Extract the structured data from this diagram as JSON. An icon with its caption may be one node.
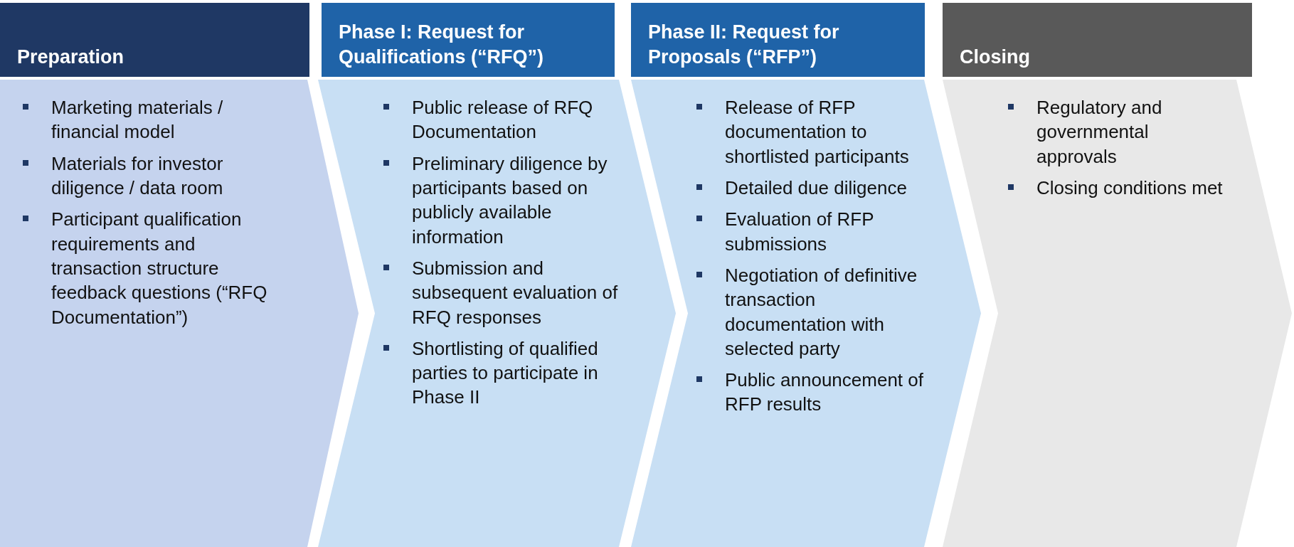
{
  "diagram": {
    "nodes": [
      {
        "text": [
          "Preparation"
        ]
      },
      {
        "text": [
          "Marketing materials / financial model",
          "Materials for investor diligence / data room",
          "Participant qualification requirements and transaction structure feedback questions (“RFQ Documentation”)"
        ]
      },
      {
        "text": [
          "Phase I: Request for Qualifications (“RFQ”)"
        ]
      },
      {
        "text": [
          "Public release of RFQ Documentation",
          "Preliminary diligence by participants based on publicly available information",
          "Submission and subsequent evaluation of RFQ responses",
          "Shortlisting of qualified parties to participate in Phase II"
        ]
      },
      {
        "text": [
          "Phase II: Request for Proposals (“RFP”)"
        ]
      },
      {
        "text": [
          "Release of RFP documentation to shortlisted participants",
          "Detailed due diligence",
          "Evaluation of RFP submissions",
          "Negotiation of definitive transaction documentation with selected party",
          "Public announcement of RFP results"
        ]
      },
      {
        "text": [
          "Closing"
        ]
      },
      {
        "text": [
          "Regulatory and governmental approvals",
          "Closing conditions met"
        ]
      }
    ]
  }
}
